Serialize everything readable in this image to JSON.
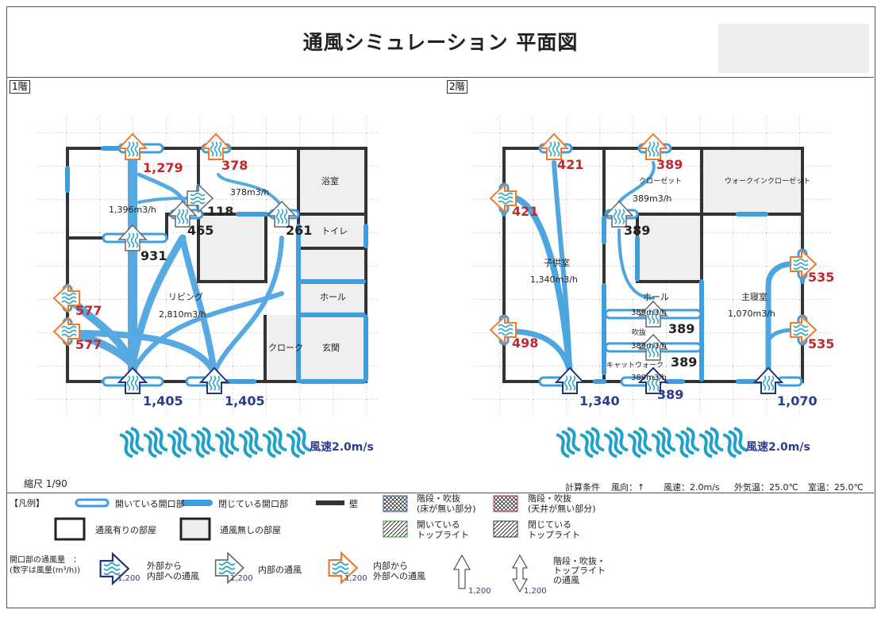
{
  "title": "通風シミュレーション 平面図",
  "floors": [
    {
      "label": "1階",
      "rooms": {
        "bath": "浴室",
        "toilet": "トイレ",
        "hall": "ホール",
        "entrance": "玄関",
        "cloak": "クローク",
        "living": "リビング"
      },
      "flows": {
        "a": "1,396m3/h",
        "b": "378m3/h",
        "c": "2,810m3/h"
      },
      "openings": {
        "out_top1": "1,279",
        "out_top2": "378",
        "int_118": "118",
        "int_465": "465",
        "int_261": "261",
        "int_931": "931",
        "out_left1": "577",
        "out_left2": "577",
        "in_bottom1": "1,405",
        "in_bottom2": "1,405"
      },
      "wind": "風速2.0m/s"
    },
    {
      "label": "2階",
      "rooms": {
        "closet": "クローゼット",
        "walkin": "ウォークインクローゼット",
        "kids": "子供室",
        "hall": "ホール",
        "master": "主寝室",
        "void": "吹抜",
        "catwalk": "キャットウォーク"
      },
      "flows": {
        "closet": "389m3/h",
        "kids": "1,340m3/h",
        "master": "1,070m3/h",
        "h1": "389m3/h",
        "h2": "389m3/h",
        "h3": "389m3/h"
      },
      "openings": {
        "out_top1": "421",
        "out_left1": "421",
        "out_left2": "498",
        "in_bottom1": "1,340",
        "out_top2": "389",
        "int_389": "389",
        "v1": "389",
        "v2": "389",
        "in_bottom2": "389",
        "out_right1": "535",
        "out_right2": "535",
        "in_bottom3": "1,070"
      },
      "wind": "風速2.0m/s"
    }
  ],
  "scale": "縮尺 1/90",
  "conditions": {
    "label": "計算条件",
    "dir": "風向：↑",
    "speed": "風速：2.0m/s",
    "outside": "外気温：25.0℃",
    "room": "室温：25.0℃"
  },
  "legend": {
    "title": "【凡例】",
    "open": "開いている開口部",
    "closed": "閉じている開口部",
    "wall": "壁",
    "stair_floor": [
      "階段・吹抜",
      "(床が無い部分)"
    ],
    "stair_ceiling": [
      "階段・吹抜",
      "(天井が無い部分)"
    ],
    "vent_room": "通風有りの部屋",
    "novent_room": "通風無しの部屋",
    "open_top": [
      "開いている",
      "トップライト"
    ],
    "closed_top": [
      "閉じている",
      "トップライト"
    ],
    "amount": [
      "開口部の通風量　：",
      "(数字は風量(m³/h))"
    ],
    "in": [
      "外部から",
      "内部への通風"
    ],
    "internal": "内部の通風",
    "out": [
      "内部から",
      "外部への通風"
    ],
    "vertical": [
      "階段・吹抜・",
      "トップライト",
      "の通風"
    ],
    "sample": "1,200"
  },
  "colors": {
    "flow": "#4ea6e0",
    "out": "#ee7a2a",
    "in": "#22337f",
    "red": "#c0282d",
    "blue": "#2a3c90"
  }
}
